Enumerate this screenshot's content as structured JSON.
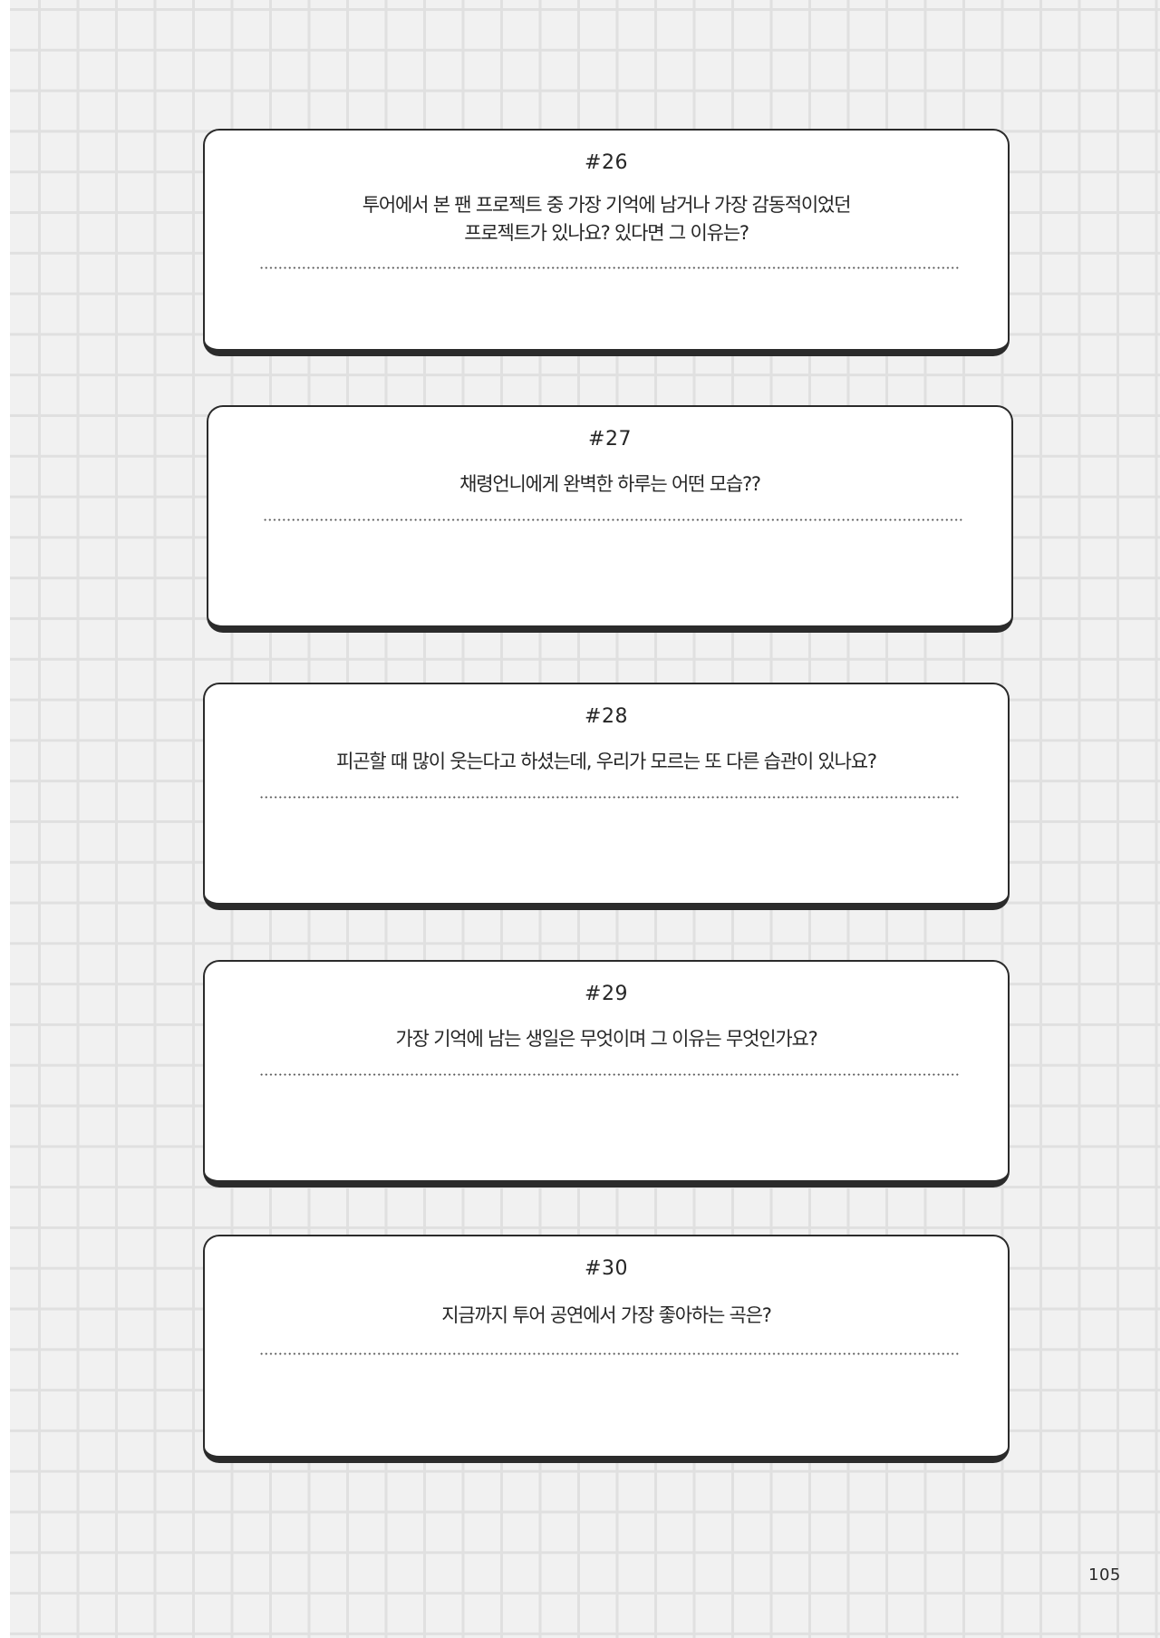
{
  "page": {
    "page_number": "105",
    "colors": {
      "background": "#f1f1f1",
      "grid_line": "#e0e0e0",
      "card_fill": "#ffffff",
      "card_border": "#2b2b2b",
      "text": "#262626"
    }
  },
  "cards": [
    {
      "number": "#26",
      "question": "투어에서 본 팬 프로젝트 중 가장 기억에 남거나 가장 감동적이었던 프로젝트가 있나요? 있다면 그 이유는?",
      "question_lines": [
        "투어에서 본 팬 프로젝트 중 가장 기억에 남거나 가장 감동적이었던",
        "프로젝트가 있나요? 있다면 그 이유는?"
      ]
    },
    {
      "number": "#27",
      "question": "채령언니에게 완벽한 하루는 어떤 모습??"
    },
    {
      "number": "#28",
      "question": "피곤할 때 많이 웃는다고 하셨는데, 우리가 모르는 또 다른 습관이 있나요?"
    },
    {
      "number": "#29",
      "question": "가장 기억에 남는 생일은 무엇이며 그 이유는 무엇인가요?"
    },
    {
      "number": "#30",
      "question": "지금까지 투어 공연에서 가장 좋아하는 곡은?"
    }
  ]
}
